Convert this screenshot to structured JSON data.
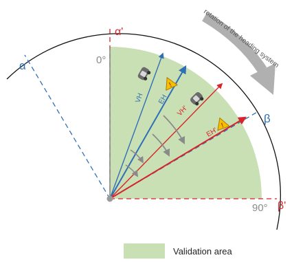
{
  "labels": {
    "alpha": "α",
    "alpha_prime": "α'",
    "beta": "β",
    "beta_prime": "β'",
    "zero_deg": "0°",
    "ninety_deg": "90°",
    "vh": "VH",
    "eh": "EH",
    "vh_prime": "VH'",
    "eh_prime": "EH'",
    "rotation_text": "rotation of the heading system",
    "legend": "Validation area",
    "warning_mark": "!"
  },
  "colors": {
    "area_fill": "#c9dfb4",
    "blue": "#2f6fb5",
    "red": "#d8232a",
    "gray": "#8a8a8a",
    "arc": "#111111",
    "warning": "#f2c200"
  }
}
